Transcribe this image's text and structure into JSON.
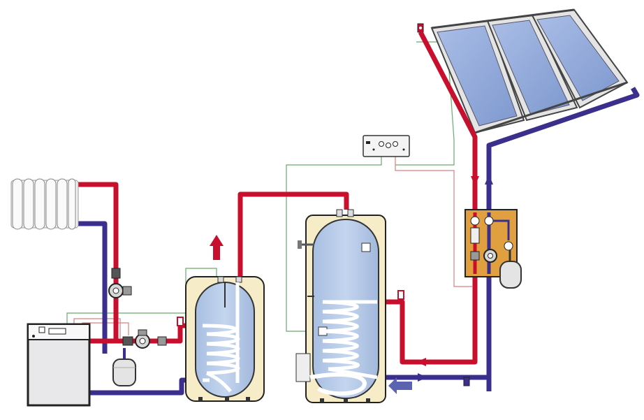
{
  "diagram": {
    "type": "solar thermal heating schematic",
    "components": [
      {
        "id": "solar-collectors",
        "icon": "solar-panel-icon",
        "count": 3
      },
      {
        "id": "solar-pump-station",
        "icon": "pump-station-icon"
      },
      {
        "id": "solar-controller",
        "icon": "controller-icon"
      },
      {
        "id": "solar-storage-tank",
        "icon": "tank-icon"
      },
      {
        "id": "hot-water-cylinder",
        "icon": "tank-icon"
      },
      {
        "id": "boiler",
        "icon": "boiler-icon"
      },
      {
        "id": "radiator",
        "icon": "radiator-icon"
      },
      {
        "id": "expansion-vessels",
        "icon": "expansion-vessel-icon",
        "count": 2
      },
      {
        "id": "circulation-pumps",
        "icon": "pump-icon"
      }
    ],
    "colors": {
      "flow": "#c8102e",
      "return": "#3a2f8c",
      "tank_fill": "#b8cce8",
      "tank_jacket": "#f6ecc8",
      "collector_glass": "#8ea8d8",
      "station_panel": "#e0a040",
      "boiler_body": "#e8e8ea",
      "control_wire_green": "#6aaa6a",
      "control_wire_red": "#d98080"
    }
  }
}
